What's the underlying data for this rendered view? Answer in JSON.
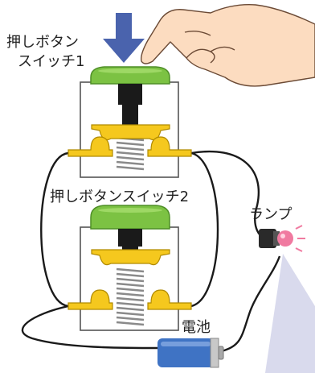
{
  "labels": {
    "switch1_line1": "押しボタン",
    "switch1_line2": "スイッチ1",
    "switch2": "押しボタンスイッチ2",
    "lamp": "ランプ",
    "battery": "電池"
  },
  "colors": {
    "arrow": "#4a63ad",
    "button_green": "#7cc243",
    "button_green_dark": "#4e8e27",
    "contact_yellow": "#f5c81e",
    "contact_outline": "#b08a00",
    "plunger": "#1a1a1a",
    "spring": "#9a9a9a",
    "housing_stroke": "#555555",
    "wire": "#1a1a1a",
    "battery_blue": "#3f73c4",
    "lamp_bulb": "#f07aa0",
    "hand_skin": "#fcdcc0",
    "light_beam": "#c9cbe6"
  },
  "icons": [
    "down-arrow-icon",
    "hand-icon",
    "lamp-icon",
    "battery-icon"
  ]
}
